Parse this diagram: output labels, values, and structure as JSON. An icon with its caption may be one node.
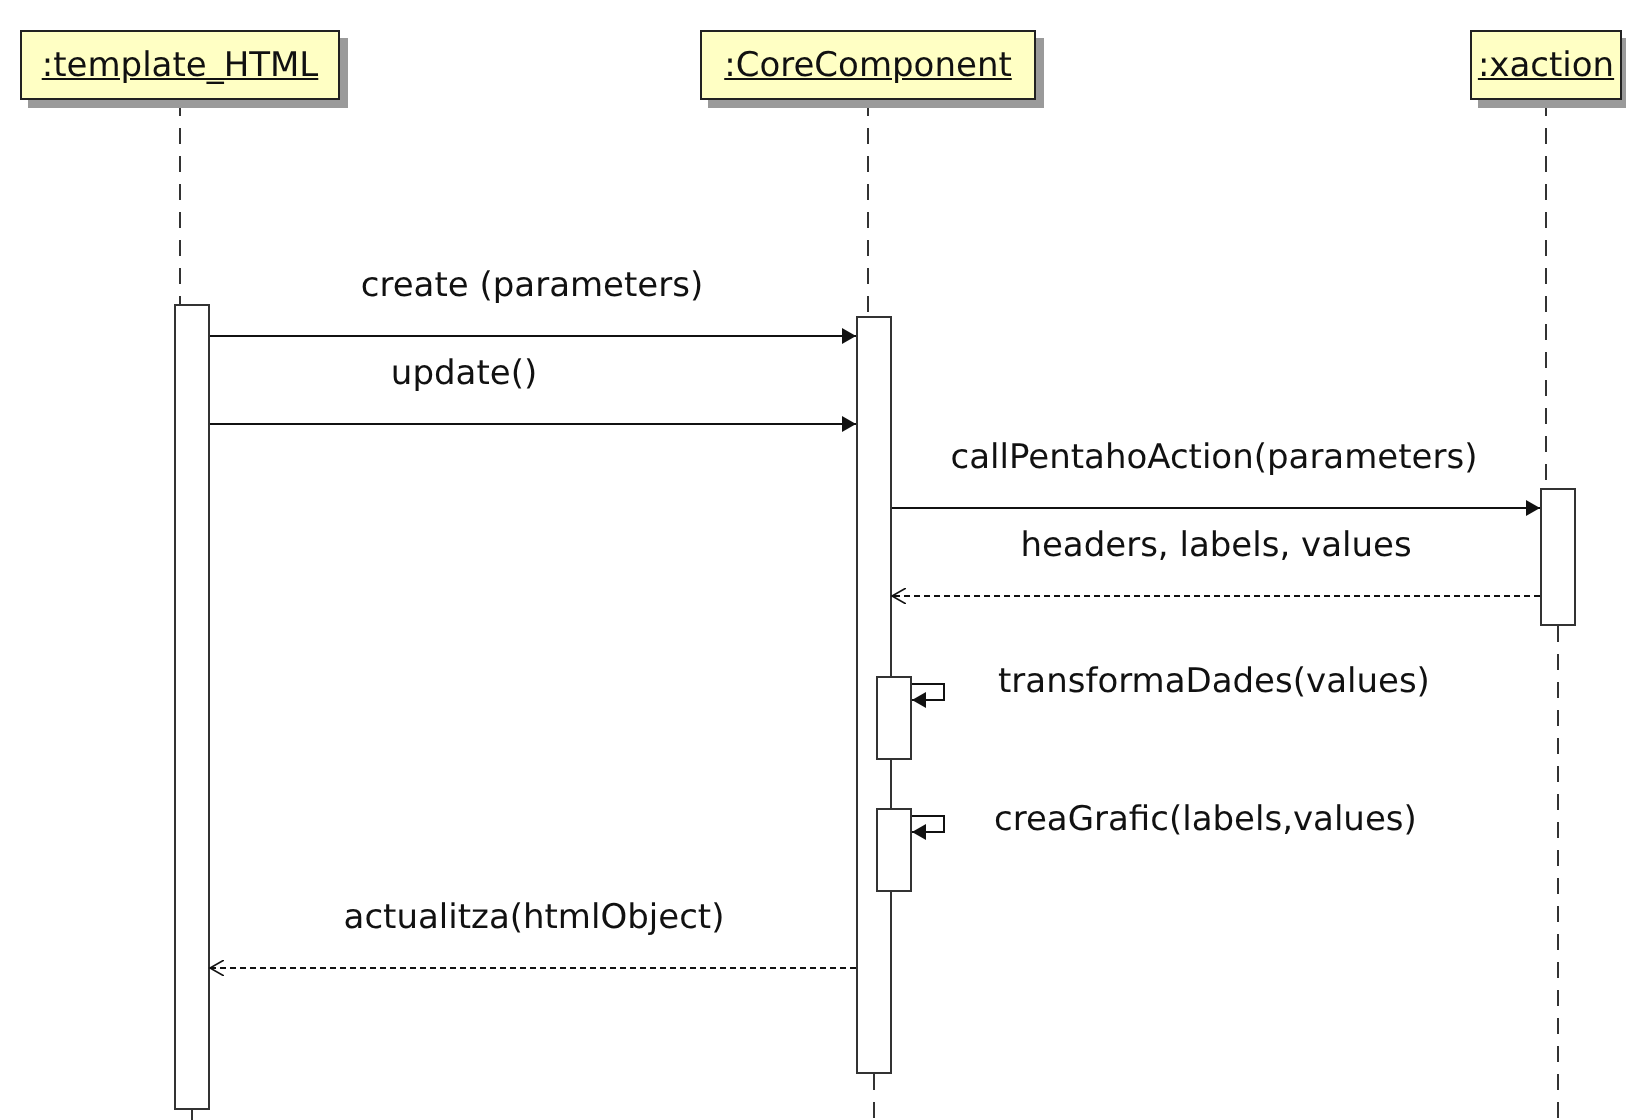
{
  "diagram": {
    "nodes": [
      {
        "text": [
          ":template_HTML"
        ]
      },
      {
        "text": [
          ":CoreComponent"
        ]
      },
      {
        "text": [
          ":xaction"
        ]
      },
      {
        "text": [],
        "shape": "bar"
      },
      {
        "text": [],
        "shape": "bar"
      },
      {
        "text": [],
        "shape": "bar"
      },
      {
        "text": [],
        "shape": "bar"
      },
      {
        "text": [],
        "shape": "bar"
      }
    ],
    "edges": [
      {
        "from": 0,
        "to": 3,
        "arrow": "none",
        "style": "dashed"
      },
      {
        "from": 1,
        "to": 4,
        "arrow": "none",
        "style": "dashed"
      },
      {
        "from": 2,
        "to": 5,
        "arrow": "none",
        "style": "dashed"
      },
      {
        "from": 3,
        "to": 4,
        "arrow": "to",
        "label": "create (parameters)"
      },
      {
        "from": 3,
        "to": 4,
        "arrow": "to",
        "label": "update()"
      },
      {
        "from": 4,
        "to": 5,
        "arrow": "to",
        "label": "callPentahoAction(parameters)"
      },
      {
        "from": 5,
        "to": 4,
        "arrow": "to",
        "style": "dashed",
        "label": "headers, labels, values"
      },
      {
        "from": 6,
        "to": 6,
        "arrow": "to",
        "label": "transformaDades(values)"
      },
      {
        "from": 7,
        "to": 7,
        "arrow": "to",
        "label": "creaGrafic(labels,values)"
      },
      {
        "from": 4,
        "to": 3,
        "arrow": "to",
        "style": "dashed",
        "label": "actualitza(htmlObject)"
      }
    ]
  }
}
